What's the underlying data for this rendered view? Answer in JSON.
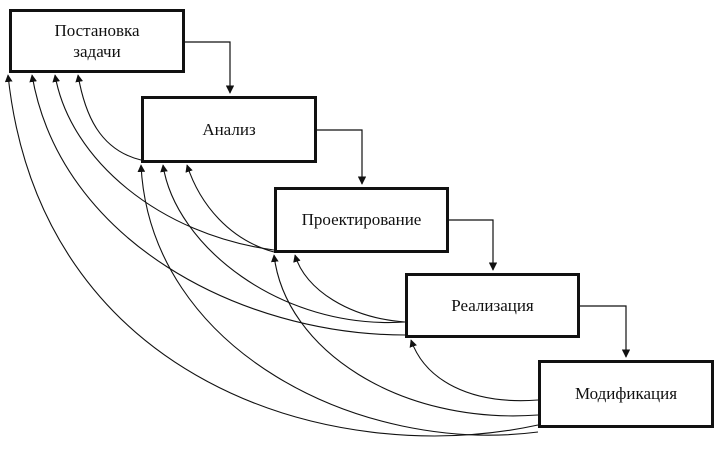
{
  "stages": {
    "postanovka": {
      "line1": "Постановка",
      "line2": "задачи"
    },
    "analiz": {
      "label": "Анализ"
    },
    "proekt": {
      "label": "Проектирование"
    },
    "realiz": {
      "label": "Реализация"
    },
    "modif": {
      "label": "Модификация"
    }
  },
  "colors": {
    "line": "#111111",
    "background": "#ffffff"
  }
}
